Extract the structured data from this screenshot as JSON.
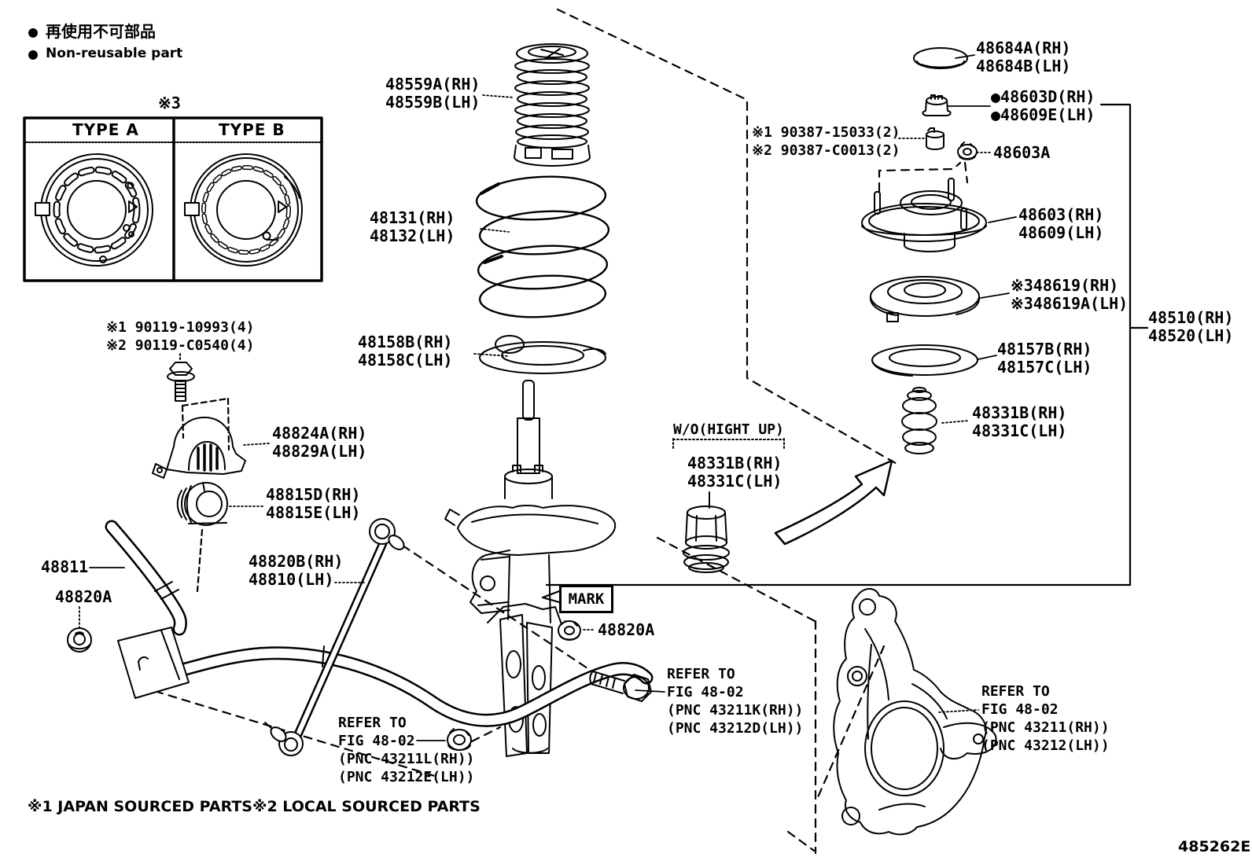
{
  "legend": {
    "bullet": "●",
    "jp": "再使用不可部品",
    "en": "Non-reusable part"
  },
  "type_box": {
    "note": "※3",
    "type_a": "TYPE A",
    "type_b": "TYPE B"
  },
  "callouts": {
    "s48559": {
      "l1": "48559A(RH)",
      "l2": "48559B(LH)"
    },
    "s48131": {
      "l1": "48131(RH)",
      "l2": "48132(LH)"
    },
    "s48158": {
      "l1": "48158B(RH)",
      "l2": "48158C(LH)"
    },
    "s48684": {
      "l1": "48684A(RH)",
      "l2": "48684B(LH)"
    },
    "s48603d": {
      "l1": "●48603D(RH)",
      "l2": "●48609E(LH)"
    },
    "s90387": {
      "l1": "※1 90387-15033(2)",
      "l2": "※2 90387-C0013(2)"
    },
    "s48603a": {
      "l1": "48603A"
    },
    "s48603": {
      "l1": "48603(RH)",
      "l2": "48609(LH)"
    },
    "s48619": {
      "l1": "※348619(RH)",
      "l2": "※348619A(LH)"
    },
    "s48510": {
      "l1": "48510(RH)",
      "l2": "48520(LH)"
    },
    "s48157": {
      "l1": "48157B(RH)",
      "l2": "48157C(LH)"
    },
    "s48331r": {
      "l1": "48331B(RH)",
      "l2": "48331C(LH)"
    },
    "wo": {
      "l1": "W/O(HIGHT UP)"
    },
    "s48331c": {
      "l1": "48331B(RH)",
      "l2": "48331C(LH)"
    },
    "s90119": {
      "l1": "※1 90119-10993(4)",
      "l2": "※2 90119-C0540(4)"
    },
    "s48824": {
      "l1": "48824A(RH)",
      "l2": "48829A(LH)"
    },
    "s48815": {
      "l1": "48815D(RH)",
      "l2": "48815E(LH)"
    },
    "s48811": {
      "l1": "48811"
    },
    "s48820b": {
      "l1": "48820B(RH)",
      "l2": "48810(LH)"
    },
    "s48820a_left": {
      "l1": "48820A"
    },
    "s48820a_center": {
      "l1": "48820A"
    },
    "mark": {
      "l1": "MARK"
    },
    "refer_left": {
      "l1": "REFER TO",
      "l2": "FIG 48-02",
      "l3": "(PNC 43211L(RH))",
      "l4": "(PNC 43212E(LH))"
    },
    "refer_mid": {
      "l1": "REFER TO",
      "l2": "FIG 48-02",
      "l3": "(PNC 43211K(RH))",
      "l4": "(PNC 43212D(LH))"
    },
    "refer_right": {
      "l1": "REFER TO",
      "l2": "FIG 48-02",
      "l3": "(PNC 43211(RH))",
      "l4": "(PNC 43212(LH))"
    }
  },
  "footnotes": {
    "f1": "※1 JAPAN SOURCED PARTS",
    "f2": "※2 LOCAL SOURCED PARTS"
  },
  "diagram_code": "485262E"
}
